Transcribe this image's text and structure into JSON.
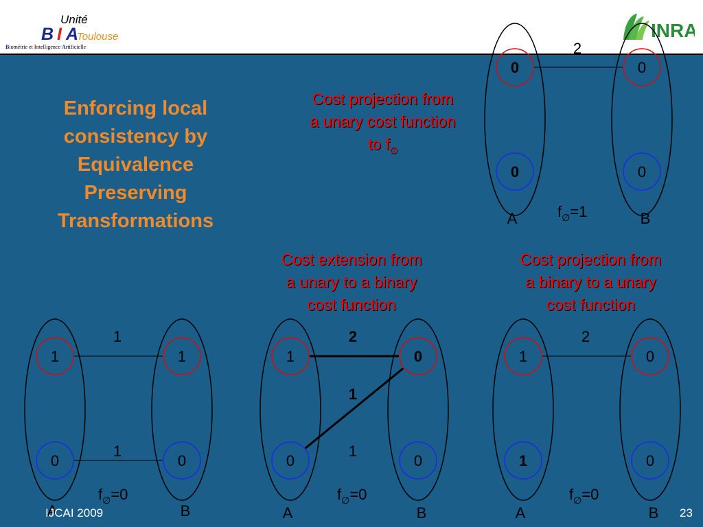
{
  "header": {
    "logo_left": {
      "unite": "Unité",
      "b": "B",
      "i": "I",
      "a": "A",
      "toulouse": "Toulouse",
      "line_parts": [
        {
          "initial": "B",
          "rest": "iométrie et "
        },
        {
          "initial": "I",
          "rest": "ntelligence "
        },
        {
          "initial": "A",
          "rest": "rtificielle"
        }
      ]
    },
    "logo_right": "INRA"
  },
  "slide": {
    "title_lines": [
      "Enforcing local",
      "consistency by",
      "Equivalence",
      "Preserving",
      "Transformations"
    ]
  },
  "captions": {
    "projection_to_f0": {
      "lines": [
        "Cost projection from",
        "a unary cost function"
      ],
      "last_prefix": "to  f",
      "last_sub": "∅"
    },
    "extension": {
      "lines": [
        "Cost extension from",
        "a unary to a binary",
        "cost function"
      ]
    },
    "projection_binary": {
      "lines": [
        "Cost projection from",
        "a binary to a unary",
        "cost function"
      ]
    }
  },
  "footer": {
    "left": "IJCAI 2009",
    "right": "23"
  },
  "colors": {
    "background": "#1b5e8a",
    "title": "#f08a2a",
    "caption": "#ff0000",
    "red_node": "#d01010",
    "blue_node": "#1a2ee0"
  },
  "diagrams": [
    {
      "id": "top",
      "var_a": "A",
      "var_b": "B",
      "a_top": "0",
      "a_bottom": "0",
      "b_top": "0",
      "b_bottom": "0",
      "a_top_bold": true,
      "a_bottom_bold": true,
      "b_top_bold": false,
      "b_bottom_bold": false,
      "edges": [
        {
          "from": "a_top",
          "to": "b_top",
          "label": "2",
          "bold": false
        }
      ],
      "f0": {
        "prefix": "f",
        "sub": "∅",
        "value": "=1"
      }
    },
    {
      "id": "left",
      "var_a": "A",
      "var_b": "B",
      "a_top": "1",
      "a_bottom": "0",
      "b_top": "1",
      "b_bottom": "0",
      "a_top_bold": false,
      "a_bottom_bold": false,
      "b_top_bold": false,
      "b_bottom_bold": false,
      "edges": [
        {
          "from": "a_top",
          "to": "b_top",
          "label": "1",
          "bold": false
        },
        {
          "from": "a_bottom",
          "to": "b_bottom",
          "label": "1",
          "bold": false
        }
      ],
      "f0": {
        "prefix": "f",
        "sub": "∅",
        "value": "=0"
      }
    },
    {
      "id": "middle",
      "var_a": "A",
      "var_b": "B",
      "a_top": "1",
      "a_bottom": "0",
      "b_top": "0",
      "b_bottom": "0",
      "a_top_bold": false,
      "a_bottom_bold": false,
      "b_top_bold": true,
      "b_bottom_bold": false,
      "edges": [
        {
          "from": "a_top",
          "to": "b_top",
          "label": "2",
          "bold": true
        },
        {
          "from": "a_bottom",
          "to": "b_top",
          "label": "1",
          "bold": true
        },
        {
          "from": "a_bottom",
          "to": "b_bottom",
          "label": "1",
          "bold": false,
          "hidden_line": true
        }
      ],
      "f0": {
        "prefix": "f",
        "sub": "∅",
        "value": "=0"
      }
    },
    {
      "id": "right",
      "var_a": "A",
      "var_b": "B",
      "a_top": "1",
      "a_bottom": "1",
      "b_top": "0",
      "b_bottom": "0",
      "a_top_bold": false,
      "a_bottom_bold": true,
      "b_top_bold": false,
      "b_bottom_bold": false,
      "edges": [
        {
          "from": "a_top",
          "to": "b_top",
          "label": "2",
          "bold": false
        }
      ],
      "f0": {
        "prefix": "f",
        "sub": "∅",
        "value": "=0"
      }
    }
  ]
}
